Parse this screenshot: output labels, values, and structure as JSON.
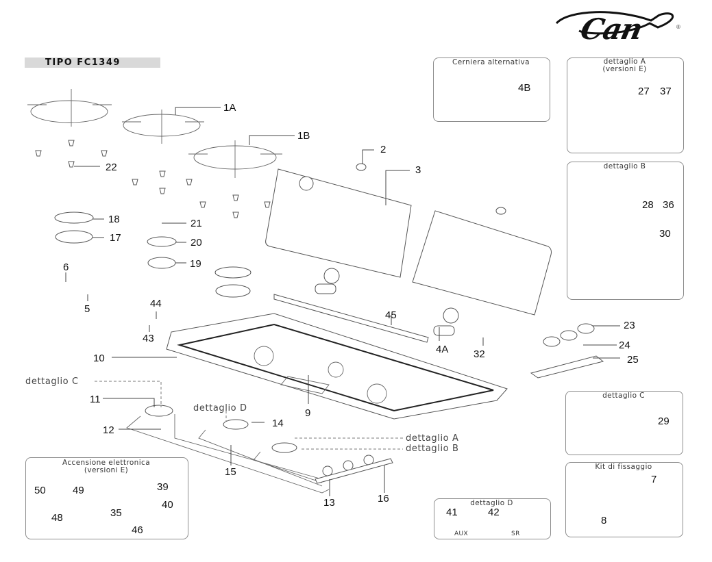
{
  "brand": {
    "logo_text": "Can",
    "registered_mark": "®"
  },
  "model": {
    "title": "TIPO FC1349"
  },
  "detail_boxes": {
    "cerniera": {
      "title": "Cerniera alternativa",
      "labels": [
        "4B"
      ]
    },
    "dettaglio_a": {
      "title_line1": "dettaglio A",
      "title_line2": "(versioni E)",
      "labels": [
        "27",
        "37"
      ]
    },
    "dettaglio_b": {
      "title": "dettaglio B",
      "labels": [
        "28",
        "36",
        "30"
      ]
    },
    "dettaglio_c": {
      "title": "dettaglio C",
      "labels": [
        "29"
      ]
    },
    "kit": {
      "title": "Kit di fissaggio",
      "labels": [
        "7",
        "8"
      ]
    },
    "dettaglio_d": {
      "title": "dettaglio D",
      "labels": [
        "41",
        "42"
      ],
      "sub_labels": [
        "AUX",
        "SR"
      ]
    },
    "accensione": {
      "title_line1": "Accensione elettronica",
      "title_line2": "(versioni E)",
      "labels": [
        "50",
        "49",
        "48",
        "35",
        "39",
        "40",
        "46"
      ]
    }
  },
  "references": {
    "dettaglio_c": "dettaglio C",
    "dettaglio_d": "dettaglio D",
    "dettaglio_a": "dettaglio A",
    "dettaglio_b": "dettaglio B"
  },
  "part_labels": {
    "p1a": "1A",
    "p1b": "1B",
    "p2": "2",
    "p3": "3",
    "p4a": "4A",
    "p5": "5",
    "p6": "6",
    "p9": "9",
    "p10": "10",
    "p11": "11",
    "p12": "12",
    "p13": "13",
    "p14": "14",
    "p15": "15",
    "p16": "16",
    "p17": "17",
    "p18": "18",
    "p19": "19",
    "p20": "20",
    "p21": "21",
    "p22": "22",
    "p23": "23",
    "p24": "24",
    "p25": "25",
    "p32": "32",
    "p43": "43",
    "p44": "44",
    "p45": "45"
  }
}
